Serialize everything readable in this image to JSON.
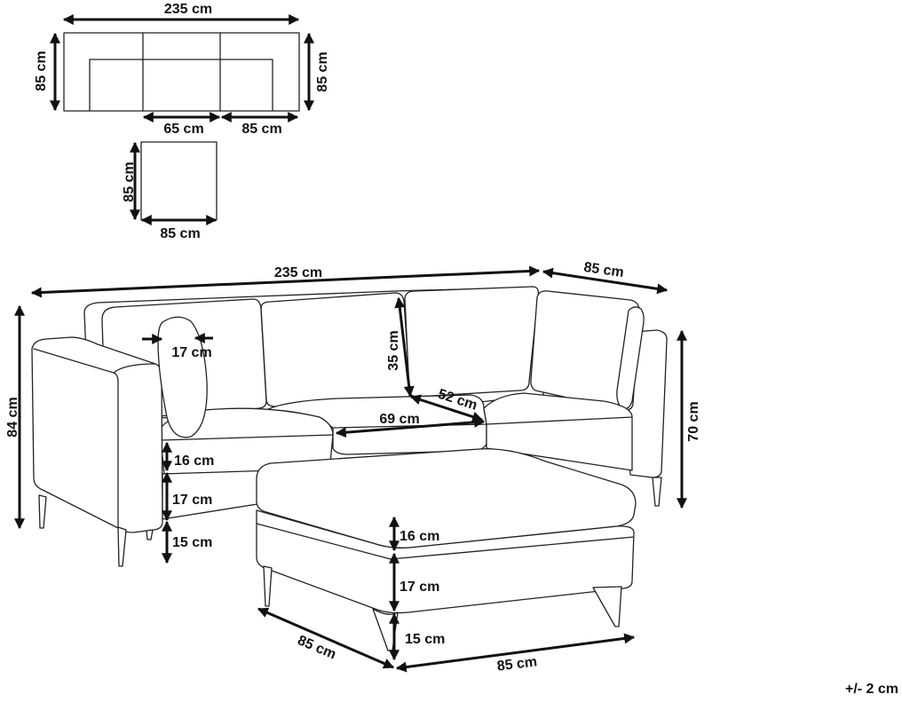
{
  "plan_view": {
    "top_width": "235 cm",
    "left_depth": "85 cm",
    "right_depth": "85 cm",
    "module_seat_width": "65 cm",
    "corner_module_width": "85 cm",
    "ottoman_depth": "85 cm",
    "ottoman_width": "85 cm"
  },
  "perspective_view": {
    "total_width": "235 cm",
    "side_depth": "85 cm",
    "total_height": "84 cm",
    "right_height": "70 cm",
    "cushion_thickness": "17 cm",
    "back_cushion_height": "35 cm",
    "seat_depth": "52 cm",
    "seat_width": "69 cm",
    "seat_cushion_height": "16 cm",
    "base_height": "17 cm",
    "leg_height": "15 cm",
    "ottoman_cushion_height": "16 cm",
    "ottoman_base_height": "17 cm",
    "ottoman_leg_height": "15 cm",
    "ottoman_depth": "85 cm",
    "ottoman_width": "85 cm"
  },
  "tolerance": "+/- 2 cm"
}
